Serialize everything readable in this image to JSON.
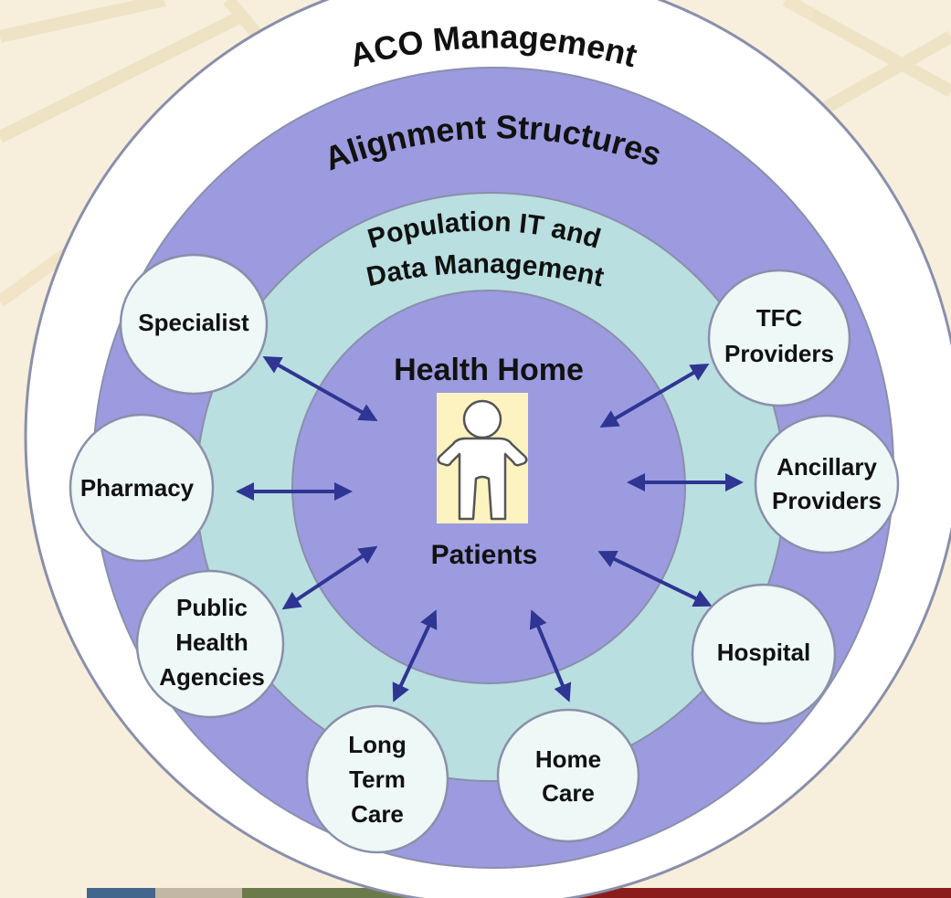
{
  "rings": {
    "outer": {
      "label": "ACO Management",
      "fill": "#ffffff"
    },
    "alignment": {
      "label": "Alignment Structures",
      "fill": "#9c9be0"
    },
    "population": {
      "label_line1": "Population IT and",
      "label_line2": "Data Management",
      "fill": "#b9dfe0"
    },
    "health_home": {
      "label": "Health Home",
      "fill": "#9c9be0"
    }
  },
  "center": {
    "title": "Health Home",
    "subtitle": "Patients",
    "icon": "person-icon",
    "icon_bg": "#fdf3c0"
  },
  "nodes": [
    {
      "id": "specialist",
      "lines": [
        "Specialist"
      ]
    },
    {
      "id": "pharmacy",
      "lines": [
        "Pharmacy"
      ]
    },
    {
      "id": "public-health-agencies",
      "lines": [
        "Public",
        "Health",
        "Agencies"
      ]
    },
    {
      "id": "long-term-care",
      "lines": [
        "Long",
        "Term",
        "Care"
      ]
    },
    {
      "id": "home-care",
      "lines": [
        "Home",
        "Care"
      ]
    },
    {
      "id": "hospital",
      "lines": [
        "Hospital"
      ]
    },
    {
      "id": "ancillary-providers",
      "lines": [
        "Ancillary",
        "Providers"
      ]
    },
    {
      "id": "tfc-providers",
      "lines": [
        "TFC",
        "Providers"
      ]
    }
  ],
  "colors": {
    "background": "#f7efdc",
    "ring_stroke": "#8a8faa",
    "node_fill": "#eef8f7",
    "node_stroke": "#8a8faa",
    "arrow": "#2e3592",
    "text": "#111111",
    "bottom_bar": [
      "#43678c",
      "#c1b7a2",
      "#6b7a4a",
      "#8a1c1c"
    ]
  }
}
